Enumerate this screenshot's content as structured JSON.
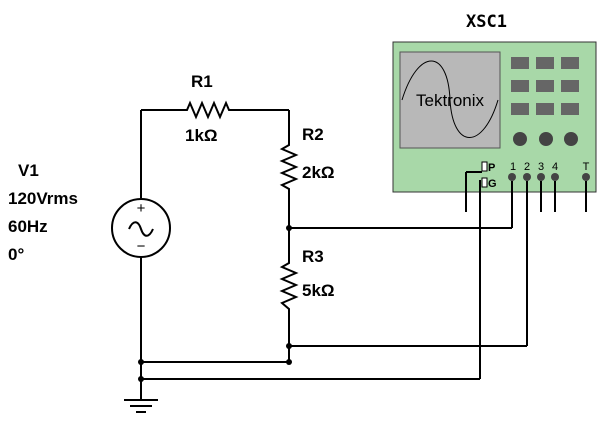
{
  "instrument": {
    "ref": "XSC1",
    "brand": "Tektronix",
    "probe_labels": [
      "P",
      "G"
    ],
    "channel_labels": [
      "1",
      "2",
      "3",
      "4",
      "T"
    ],
    "body_color": "#a8d8a8",
    "screen_color": "#b8b8b8",
    "key_color": "#666666"
  },
  "source": {
    "ref": "V1",
    "voltage": "120Vrms",
    "frequency": "60Hz",
    "phase": "0°",
    "plus_symbol": "+",
    "minus_symbol": "−"
  },
  "resistors": [
    {
      "ref": "R1",
      "value": "1kΩ"
    },
    {
      "ref": "R2",
      "value": "2kΩ"
    },
    {
      "ref": "R3",
      "value": "5kΩ"
    }
  ]
}
